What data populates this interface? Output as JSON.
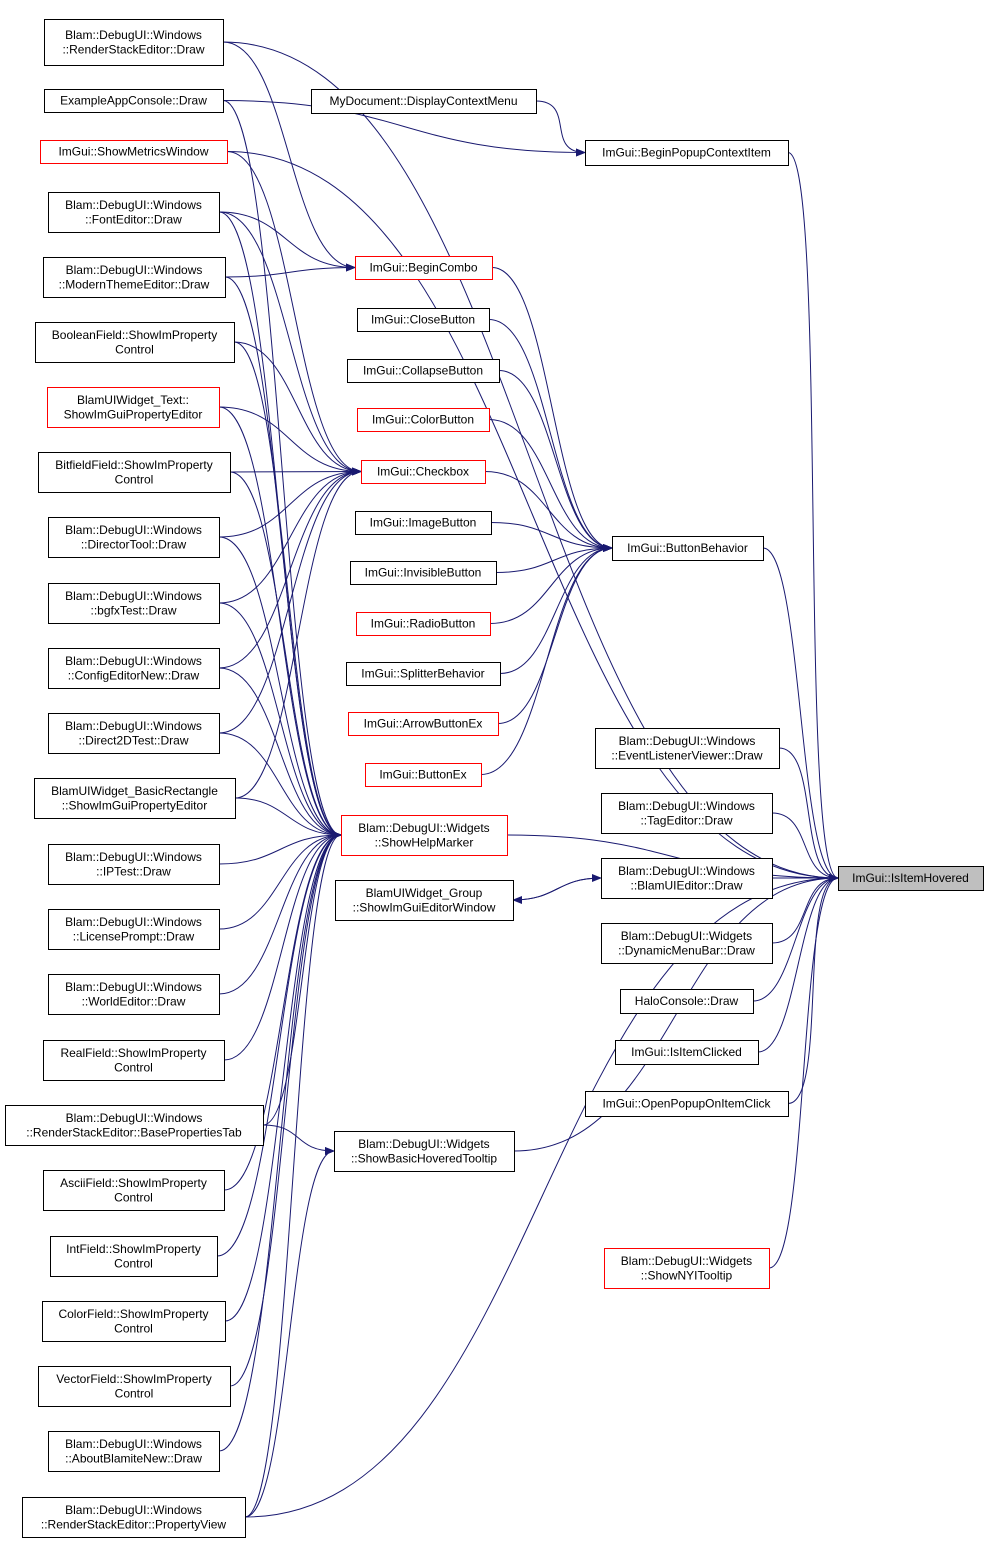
{
  "graph": {
    "colors": {
      "edge": "#191970",
      "node_border": "#000000",
      "node_border_truncated": "#ff0000",
      "focus_fill": "#bfbfbf",
      "background": "#ffffff"
    },
    "nodes": [
      {
        "id": "rse_draw",
        "lines": [
          "Blam::DebugUI::Windows",
          "::RenderStackEditor::Draw"
        ],
        "red": false
      },
      {
        "id": "eac_draw",
        "lines": [
          "ExampleAppConsole::Draw"
        ],
        "red": false
      },
      {
        "id": "show_metrics",
        "lines": [
          "ImGui::ShowMetricsWindow"
        ],
        "red": true
      },
      {
        "id": "font_editor",
        "lines": [
          "Blam::DebugUI::Windows",
          "::FontEditor::Draw"
        ],
        "red": false
      },
      {
        "id": "modern_theme",
        "lines": [
          "Blam::DebugUI::Windows",
          "::ModernThemeEditor::Draw"
        ],
        "red": false
      },
      {
        "id": "boolean_field",
        "lines": [
          "BooleanField::ShowImProperty",
          "Control"
        ],
        "red": false
      },
      {
        "id": "widget_text",
        "lines": [
          "BlamUIWidget_Text::",
          "ShowImGuiPropertyEditor"
        ],
        "red": true
      },
      {
        "id": "bitfield_field",
        "lines": [
          "BitfieldField::ShowImProperty",
          "Control"
        ],
        "red": false
      },
      {
        "id": "director_tool",
        "lines": [
          "Blam::DebugUI::Windows",
          "::DirectorTool::Draw"
        ],
        "red": false
      },
      {
        "id": "bgfx_test",
        "lines": [
          "Blam::DebugUI::Windows",
          "::bgfxTest::Draw"
        ],
        "red": false
      },
      {
        "id": "config_editor",
        "lines": [
          "Blam::DebugUI::Windows",
          "::ConfigEditorNew::Draw"
        ],
        "red": false
      },
      {
        "id": "direct2d_test",
        "lines": [
          "Blam::DebugUI::Windows",
          "::Direct2DTest::Draw"
        ],
        "red": false
      },
      {
        "id": "basic_rect",
        "lines": [
          "BlamUIWidget_BasicRectangle",
          "::ShowImGuiPropertyEditor"
        ],
        "red": false
      },
      {
        "id": "ip_test",
        "lines": [
          "Blam::DebugUI::Windows",
          "::IPTest::Draw"
        ],
        "red": false
      },
      {
        "id": "license_prompt",
        "lines": [
          "Blam::DebugUI::Windows",
          "::LicensePrompt::Draw"
        ],
        "red": false
      },
      {
        "id": "world_editor",
        "lines": [
          "Blam::DebugUI::Windows",
          "::WorldEditor::Draw"
        ],
        "red": false
      },
      {
        "id": "real_field",
        "lines": [
          "RealField::ShowImProperty",
          "Control"
        ],
        "red": false
      },
      {
        "id": "rse_base_props",
        "lines": [
          "Blam::DebugUI::Windows",
          "::RenderStackEditor::BasePropertiesTab"
        ],
        "red": false
      },
      {
        "id": "ascii_field",
        "lines": [
          "AsciiField::ShowImProperty",
          "Control"
        ],
        "red": false
      },
      {
        "id": "int_field",
        "lines": [
          "IntField::ShowImProperty",
          "Control"
        ],
        "red": false
      },
      {
        "id": "color_field",
        "lines": [
          "ColorField::ShowImProperty",
          "Control"
        ],
        "red": false
      },
      {
        "id": "vector_field",
        "lines": [
          "VectorField::ShowImProperty",
          "Control"
        ],
        "red": false
      },
      {
        "id": "about_blamite",
        "lines": [
          "Blam::DebugUI::Windows",
          "::AboutBlamiteNew::Draw"
        ],
        "red": false
      },
      {
        "id": "rse_prop_view",
        "lines": [
          "Blam::DebugUI::Windows",
          "::RenderStackEditor::PropertyView"
        ],
        "red": false
      },
      {
        "id": "mydoc_ctx",
        "lines": [
          "MyDocument::DisplayContextMenu"
        ],
        "red": false
      },
      {
        "id": "begin_combo",
        "lines": [
          "ImGui::BeginCombo"
        ],
        "red": true
      },
      {
        "id": "close_button",
        "lines": [
          "ImGui::CloseButton"
        ],
        "red": false
      },
      {
        "id": "collapse_button",
        "lines": [
          "ImGui::CollapseButton"
        ],
        "red": false
      },
      {
        "id": "color_button",
        "lines": [
          "ImGui::ColorButton"
        ],
        "red": true
      },
      {
        "id": "checkbox",
        "lines": [
          "ImGui::Checkbox"
        ],
        "red": true
      },
      {
        "id": "image_button",
        "lines": [
          "ImGui::ImageButton"
        ],
        "red": false
      },
      {
        "id": "invisible_button",
        "lines": [
          "ImGui::InvisibleButton"
        ],
        "red": false
      },
      {
        "id": "radio_button",
        "lines": [
          "ImGui::RadioButton"
        ],
        "red": true
      },
      {
        "id": "splitter",
        "lines": [
          "ImGui::SplitterBehavior"
        ],
        "red": false
      },
      {
        "id": "arrow_button",
        "lines": [
          "ImGui::ArrowButtonEx"
        ],
        "red": true
      },
      {
        "id": "button_ex",
        "lines": [
          "ImGui::ButtonEx"
        ],
        "red": true
      },
      {
        "id": "help_marker",
        "lines": [
          "Blam::DebugUI::Widgets",
          "::ShowHelpMarker"
        ],
        "red": true
      },
      {
        "id": "group_editor",
        "lines": [
          "BlamUIWidget_Group",
          "::ShowImGuiEditorWindow"
        ],
        "red": false
      },
      {
        "id": "basic_tooltip",
        "lines": [
          "Blam::DebugUI::Widgets",
          "::ShowBasicHoveredTooltip"
        ],
        "red": false
      },
      {
        "id": "begin_popup_ctx",
        "lines": [
          "ImGui::BeginPopupContextItem"
        ],
        "red": false
      },
      {
        "id": "button_behavior",
        "lines": [
          "ImGui::ButtonBehavior"
        ],
        "red": false
      },
      {
        "id": "event_listener",
        "lines": [
          "Blam::DebugUI::Windows",
          "::EventListenerViewer::Draw"
        ],
        "red": false
      },
      {
        "id": "tag_editor",
        "lines": [
          "Blam::DebugUI::Windows",
          "::TagEditor::Draw"
        ],
        "red": false
      },
      {
        "id": "blamui_editor",
        "lines": [
          "Blam::DebugUI::Windows",
          "::BlamUIEditor::Draw"
        ],
        "red": false
      },
      {
        "id": "dyn_menu_bar",
        "lines": [
          "Blam::DebugUI::Widgets",
          "::DynamicMenuBar::Draw"
        ],
        "red": false
      },
      {
        "id": "halo_console",
        "lines": [
          "HaloConsole::Draw"
        ],
        "red": false
      },
      {
        "id": "is_item_clicked",
        "lines": [
          "ImGui::IsItemClicked"
        ],
        "red": false
      },
      {
        "id": "open_popup_click",
        "lines": [
          "ImGui::OpenPopupOnItemClick"
        ],
        "red": false
      },
      {
        "id": "nyi_tooltip",
        "lines": [
          "Blam::DebugUI::Widgets",
          "::ShowNYITooltip"
        ],
        "red": true
      },
      {
        "id": "is_item_hovered",
        "lines": [
          "ImGui::IsItemHovered"
        ],
        "red": false,
        "focus": true
      }
    ],
    "edges": [
      [
        "rse_draw",
        "is_item_hovered"
      ],
      [
        "rse_draw",
        "begin_combo"
      ],
      [
        "eac_draw",
        "begin_popup_ctx"
      ],
      [
        "eac_draw",
        "help_marker"
      ],
      [
        "show_metrics",
        "is_item_hovered"
      ],
      [
        "show_metrics",
        "checkbox"
      ],
      [
        "font_editor",
        "begin_combo"
      ],
      [
        "font_editor",
        "checkbox"
      ],
      [
        "font_editor",
        "help_marker"
      ],
      [
        "modern_theme",
        "begin_combo"
      ],
      [
        "modern_theme",
        "help_marker"
      ],
      [
        "boolean_field",
        "checkbox"
      ],
      [
        "boolean_field",
        "help_marker"
      ],
      [
        "widget_text",
        "checkbox"
      ],
      [
        "widget_text",
        "help_marker"
      ],
      [
        "bitfield_field",
        "checkbox"
      ],
      [
        "bitfield_field",
        "help_marker"
      ],
      [
        "director_tool",
        "checkbox"
      ],
      [
        "director_tool",
        "help_marker"
      ],
      [
        "bgfx_test",
        "checkbox"
      ],
      [
        "bgfx_test",
        "help_marker"
      ],
      [
        "config_editor",
        "checkbox"
      ],
      [
        "config_editor",
        "help_marker"
      ],
      [
        "direct2d_test",
        "checkbox"
      ],
      [
        "direct2d_test",
        "help_marker"
      ],
      [
        "basic_rect",
        "checkbox"
      ],
      [
        "basic_rect",
        "help_marker"
      ],
      [
        "ip_test",
        "help_marker"
      ],
      [
        "license_prompt",
        "help_marker"
      ],
      [
        "world_editor",
        "help_marker"
      ],
      [
        "real_field",
        "help_marker"
      ],
      [
        "rse_base_props",
        "help_marker"
      ],
      [
        "rse_base_props",
        "basic_tooltip"
      ],
      [
        "ascii_field",
        "help_marker"
      ],
      [
        "int_field",
        "help_marker"
      ],
      [
        "color_field",
        "help_marker"
      ],
      [
        "vector_field",
        "help_marker"
      ],
      [
        "about_blamite",
        "help_marker"
      ],
      [
        "rse_prop_view",
        "help_marker"
      ],
      [
        "rse_prop_view",
        "basic_tooltip"
      ],
      [
        "rse_prop_view",
        "is_item_hovered"
      ],
      [
        "mydoc_ctx",
        "begin_popup_ctx"
      ],
      [
        "begin_popup_ctx",
        "is_item_hovered"
      ],
      [
        "begin_combo",
        "button_behavior"
      ],
      [
        "close_button",
        "button_behavior"
      ],
      [
        "collapse_button",
        "button_behavior"
      ],
      [
        "color_button",
        "button_behavior"
      ],
      [
        "checkbox",
        "button_behavior"
      ],
      [
        "image_button",
        "button_behavior"
      ],
      [
        "invisible_button",
        "button_behavior"
      ],
      [
        "radio_button",
        "button_behavior"
      ],
      [
        "splitter",
        "button_behavior"
      ],
      [
        "arrow_button",
        "button_behavior"
      ],
      [
        "button_ex",
        "button_behavior"
      ],
      [
        "button_behavior",
        "is_item_hovered"
      ],
      [
        "help_marker",
        "is_item_hovered"
      ],
      [
        "basic_tooltip",
        "is_item_hovered"
      ],
      [
        "group_editor",
        "blamui_editor"
      ],
      [
        "blamui_editor",
        "group_editor"
      ],
      [
        "blamui_editor",
        "is_item_hovered"
      ],
      [
        "event_listener",
        "is_item_hovered"
      ],
      [
        "tag_editor",
        "is_item_hovered"
      ],
      [
        "dyn_menu_bar",
        "is_item_hovered"
      ],
      [
        "halo_console",
        "is_item_hovered"
      ],
      [
        "is_item_clicked",
        "is_item_hovered"
      ],
      [
        "open_popup_click",
        "is_item_hovered"
      ],
      [
        "nyi_tooltip",
        "is_item_hovered"
      ]
    ]
  }
}
